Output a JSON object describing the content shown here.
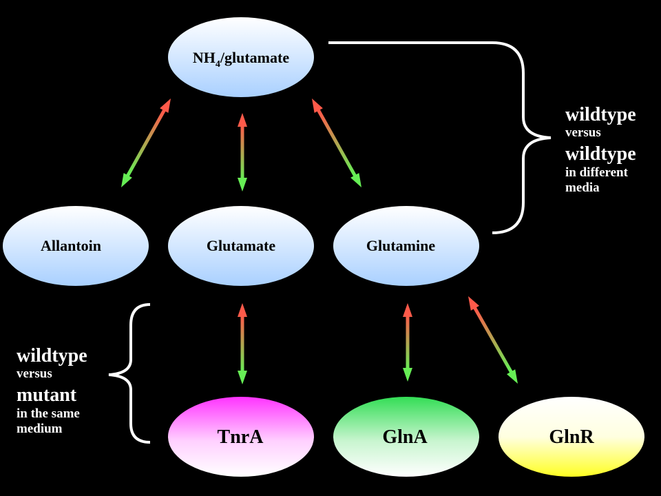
{
  "nodes": {
    "nh4": {
      "label": "NH",
      "sub": "4",
      "suffix": "/glutamate"
    },
    "allantoin": {
      "label": "Allantoin"
    },
    "glutamate": {
      "label": "Glutamate"
    },
    "glutamine": {
      "label": "Glutamine"
    },
    "tnra": {
      "label": "TnrA"
    },
    "glna": {
      "label": "GlnA"
    },
    "glnr": {
      "label": "GlnR"
    }
  },
  "comparisons": {
    "media": {
      "line1": "wildtype",
      "line2": "versus",
      "line3": "wildtype",
      "line4": "in different",
      "line5": "media"
    },
    "mutant": {
      "line1": "wildtype",
      "line2": "versus",
      "line3": "mutant",
      "line4": "in the same",
      "line5": "medium"
    }
  },
  "colors": {
    "background": "#000000",
    "arrow_top": "#ff5a4a",
    "arrow_bottom": "#66ee55",
    "blue_node": "#bcdcff",
    "tnra_node": "#ff33ff",
    "glna_node": "#33dd55",
    "glnr_node": "#ffff33"
  }
}
